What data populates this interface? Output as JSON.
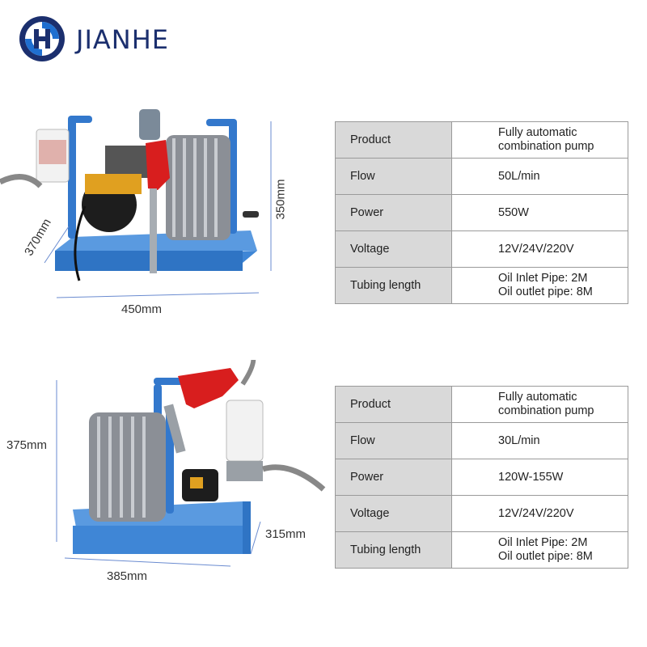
{
  "brand": {
    "name": "JIANHE",
    "colors": {
      "navy": "#1b2f6e",
      "blue": "#1f6fd0"
    }
  },
  "product1": {
    "dimensions": {
      "height": "350mm",
      "depth": "370mm",
      "width": "450mm"
    },
    "specs": [
      {
        "label": "Product",
        "lines": [
          "Fully automatic",
          "combination pump"
        ]
      },
      {
        "label": "Flow",
        "lines": [
          "50L/min"
        ]
      },
      {
        "label": "Power",
        "lines": [
          "550W"
        ]
      },
      {
        "label": "Voltage",
        "lines": [
          "12V/24V/220V"
        ]
      },
      {
        "label": "Tubing length",
        "lines": [
          "Oil Inlet Pipe: 2M",
          "Oil outlet pipe: 8M"
        ]
      }
    ]
  },
  "product2": {
    "dimensions": {
      "height": "375mm",
      "depth": "315mm",
      "width": "385mm"
    },
    "specs": [
      {
        "label": "Product",
        "lines": [
          "Fully automatic",
          "combination pump"
        ]
      },
      {
        "label": "Flow",
        "lines": [
          "30L/min"
        ]
      },
      {
        "label": "Power",
        "lines": [
          "120W-155W"
        ]
      },
      {
        "label": "Voltage",
        "lines": [
          "12V/24V/220V"
        ]
      },
      {
        "label": "Tubing length",
        "lines": [
          "Oil Inlet Pipe: 2M",
          "Oil outlet pipe: 8M"
        ]
      }
    ]
  }
}
